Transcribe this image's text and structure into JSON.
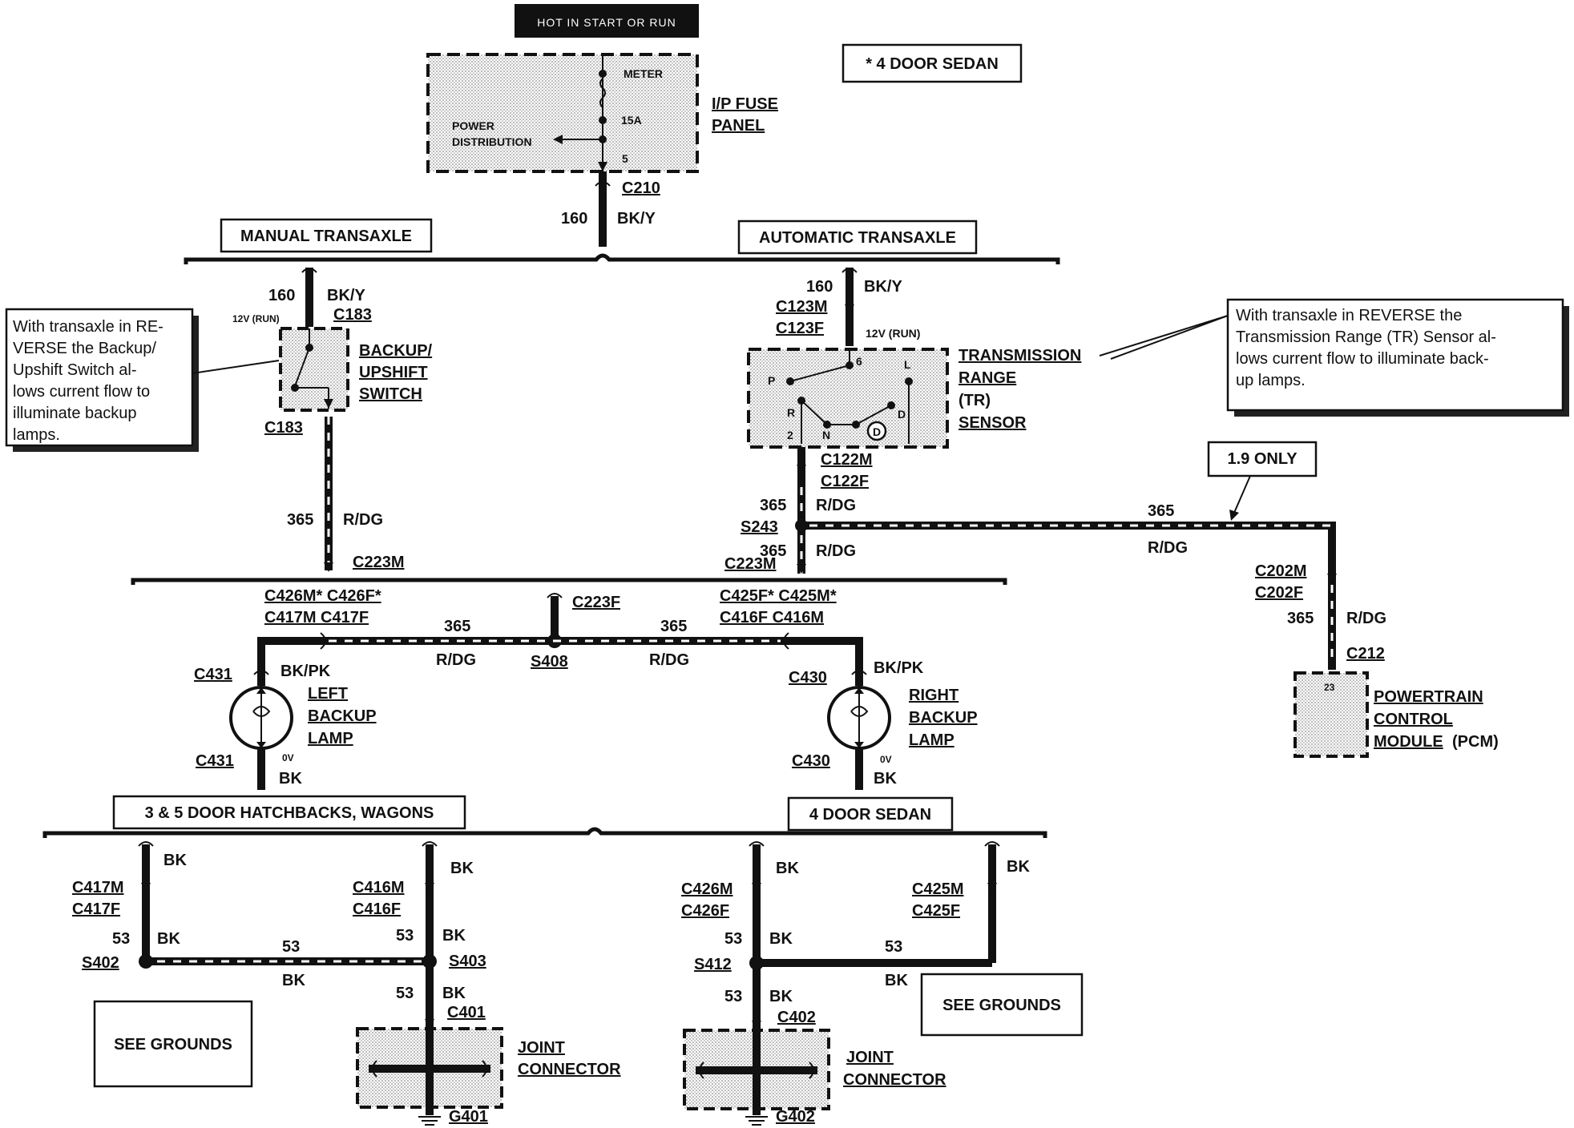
{
  "colors": {
    "ink": "#111111",
    "module_fill": "#d9d9d9",
    "background": "#ffffff"
  },
  "header": {
    "power_label": "HOT IN START OR RUN",
    "model_note": "* 4 DOOR SEDAN"
  },
  "fuse_panel": {
    "name_line1": "I/P FUSE",
    "name_line2": "PANEL",
    "meter": "METER",
    "fuse": "15A",
    "pin": "5",
    "distribution_line1": "POWER",
    "distribution_line2": "DISTRIBUTION",
    "connector": "C210",
    "circuit": "160",
    "wire_color": "BK/Y"
  },
  "sections": {
    "manual": "MANUAL TRANSAXLE",
    "automatic": "AUTOMATIC TRANSAXLE",
    "hatchbacks": "3 & 5 DOOR HATCHBACKS, WAGONS",
    "sedan": "4 DOOR SEDAN",
    "only_19": "1.9 ONLY"
  },
  "manual_branch": {
    "circuit": "160",
    "wire_color": "BK/Y",
    "voltage": "12V (RUN)",
    "connector_top": "C183",
    "connector_bottom": "C183",
    "switch_line1": "BACKUP/",
    "switch_line2": "UPSHIFT",
    "switch_line3": "SWITCH",
    "out_circuit": "365",
    "out_color": "R/DG",
    "splice_connector": "C223M",
    "note_lines": [
      "With transaxle in RE-",
      "VERSE the Backup/",
      "Upshift Switch al-",
      "lows current flow to",
      "illuminate backup",
      "lamps."
    ]
  },
  "auto_branch": {
    "circuit": "160",
    "wire_color": "BK/Y",
    "connector_m": "C123M",
    "connector_f": "C123F",
    "voltage": "12V (RUN)",
    "sensor_line1": "TRANSMISSION",
    "sensor_line2": "RANGE",
    "sensor_line3": "(TR)",
    "sensor_line4": "SENSOR",
    "pins": {
      "p": "P",
      "r": "R",
      "n": "N",
      "d": "D",
      "l": "L",
      "two": "2",
      "six": "6",
      "od": "D"
    },
    "out_connector_m": "C122M",
    "out_connector_f": "C122F",
    "out_circuit": "365",
    "out_color": "R/DG",
    "splice": "S243",
    "down_circuit": "365",
    "down_color": "R/DG",
    "down_connector": "C223M",
    "pcm_circuit": "365",
    "pcm_color": "R/DG",
    "note_lines": [
      "With transaxle in REVERSE the",
      "Transmission Range (TR) Sensor al-",
      "lows current flow to illuminate back-",
      "up lamps."
    ]
  },
  "pcm": {
    "connector_m": "C202M",
    "connector_f": "C202F",
    "circuit": "365",
    "wire_color": "R/DG",
    "connector": "C212",
    "pin": "23",
    "name_line1": "POWERTRAIN",
    "name_line2": "CONTROL",
    "name_line3": "MODULE",
    "name_suffix": "(PCM)"
  },
  "lamp_bus": {
    "left_top": "C426M* C426F*",
    "left_bottom": "C417M C417F",
    "right_top": "C425F* C425M*",
    "right_bottom": "C416F C416M",
    "center_connector": "C223F",
    "splice": "S408",
    "circuit_left": "365",
    "color_left": "R/DG",
    "circuit_right": "365",
    "color_right": "R/DG"
  },
  "left_lamp": {
    "connector_top": "C431",
    "connector_bottom": "C431",
    "feed_color": "BK/PK",
    "ground_voltage": "0V",
    "ground_color": "BK",
    "name_line1": "LEFT",
    "name_line2": "BACKUP",
    "name_line3": "LAMP"
  },
  "right_lamp": {
    "connector_top": "C430",
    "connector_bottom": "C430",
    "feed_color": "BK/PK",
    "ground_voltage": "0V",
    "ground_color": "BK",
    "name_line1": "RIGHT",
    "name_line2": "BACKUP",
    "name_line3": "LAMP"
  },
  "ground_left": {
    "color_a": "BK",
    "conn_a_m": "C417M",
    "conn_a_f": "C417F",
    "circuit_a": "53",
    "color_a2": "BK",
    "splice_a": "S402",
    "color_b": "BK",
    "conn_b_m": "C416M",
    "conn_b_f": "C416F",
    "circuit_b": "53",
    "color_b2": "BK",
    "splice_b": "S403",
    "mid_circuit": "53",
    "mid_color": "BK",
    "down_circuit": "53",
    "down_color": "BK",
    "connector": "C401",
    "joint_line1": "JOINT",
    "joint_line2": "CONNECTOR",
    "ground": "G401",
    "see_grounds": "SEE GROUNDS"
  },
  "ground_right": {
    "color_a": "BK",
    "conn_a_m": "C426M",
    "conn_a_f": "C426F",
    "circuit_a": "53",
    "color_a2": "BK",
    "splice_a": "S412",
    "color_b": "BK",
    "conn_b_m": "C425M",
    "conn_b_f": "C425F",
    "mid_circuit": "53",
    "mid_color": "BK",
    "down_circuit": "53",
    "down_color": "BK",
    "connector": "C402",
    "joint_line1": "JOINT",
    "joint_line2": "CONNECTOR",
    "ground": "G402",
    "see_grounds": "SEE GROUNDS"
  }
}
